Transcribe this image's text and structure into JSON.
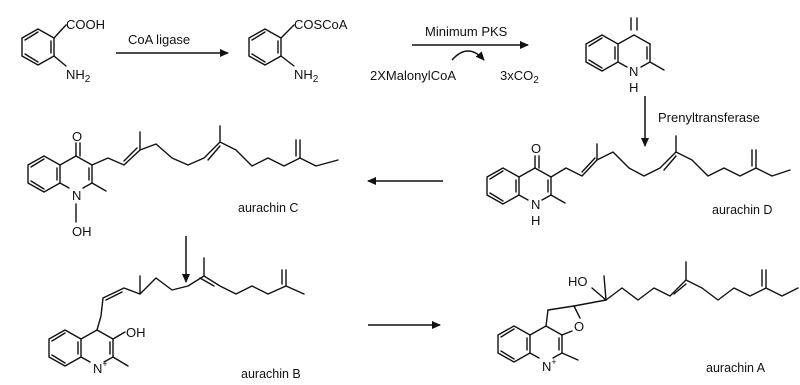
{
  "diagram": {
    "steps": {
      "coa_ligase": "CoA ligase",
      "minimum_pks": "Minimum PKS",
      "malonyl_coa": "2XMalonylCoA",
      "co2": "3xCO",
      "co2_sub": "2",
      "prenyltransferase": "Prenyltransferase"
    },
    "atoms": {
      "cooh": "COOH",
      "coscoa": "COSCoA",
      "nh": "NH",
      "nh_sub": "2",
      "n": "N",
      "h": "H",
      "o": "O",
      "oh": "OH",
      "ho": "HO",
      "n_plus": "N",
      "plus": "+"
    },
    "compounds": {
      "aurachin_c": "aurachin C",
      "aurachin_d": "aurachin D",
      "aurachin_b": "aurachin B",
      "aurachin_a": "aurachin A"
    }
  }
}
